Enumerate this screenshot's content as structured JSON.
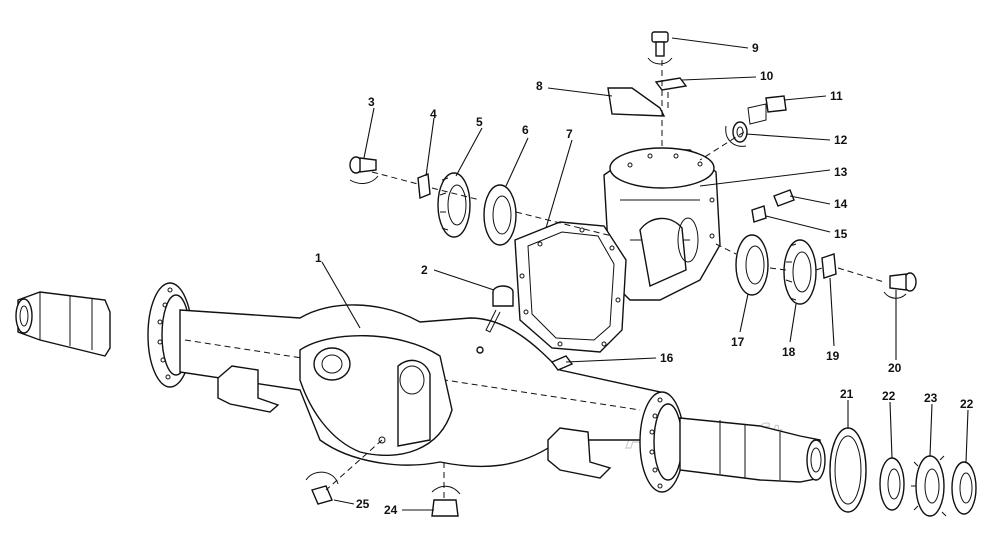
{
  "watermark": "AutoSoft",
  "callouts": [
    {
      "id": "c1",
      "label": "1"
    },
    {
      "id": "c2",
      "label": "2"
    },
    {
      "id": "c3",
      "label": "3"
    },
    {
      "id": "c4",
      "label": "4"
    },
    {
      "id": "c5",
      "label": "5"
    },
    {
      "id": "c6",
      "label": "6"
    },
    {
      "id": "c7",
      "label": "7"
    },
    {
      "id": "c8",
      "label": "8"
    },
    {
      "id": "c9",
      "label": "9"
    },
    {
      "id": "c10",
      "label": "10"
    },
    {
      "id": "c11",
      "label": "11"
    },
    {
      "id": "c12",
      "label": "12"
    },
    {
      "id": "c13",
      "label": "13"
    },
    {
      "id": "c14",
      "label": "14"
    },
    {
      "id": "c15",
      "label": "15"
    },
    {
      "id": "c16",
      "label": "16"
    },
    {
      "id": "c17",
      "label": "17"
    },
    {
      "id": "c18",
      "label": "18"
    },
    {
      "id": "c19",
      "label": "19"
    },
    {
      "id": "c20",
      "label": "20"
    },
    {
      "id": "c21",
      "label": "21"
    },
    {
      "id": "c22a",
      "label": "22"
    },
    {
      "id": "c23",
      "label": "23"
    },
    {
      "id": "c22b",
      "label": "22"
    },
    {
      "id": "c24",
      "label": "24"
    },
    {
      "id": "c25",
      "label": "25"
    }
  ]
}
